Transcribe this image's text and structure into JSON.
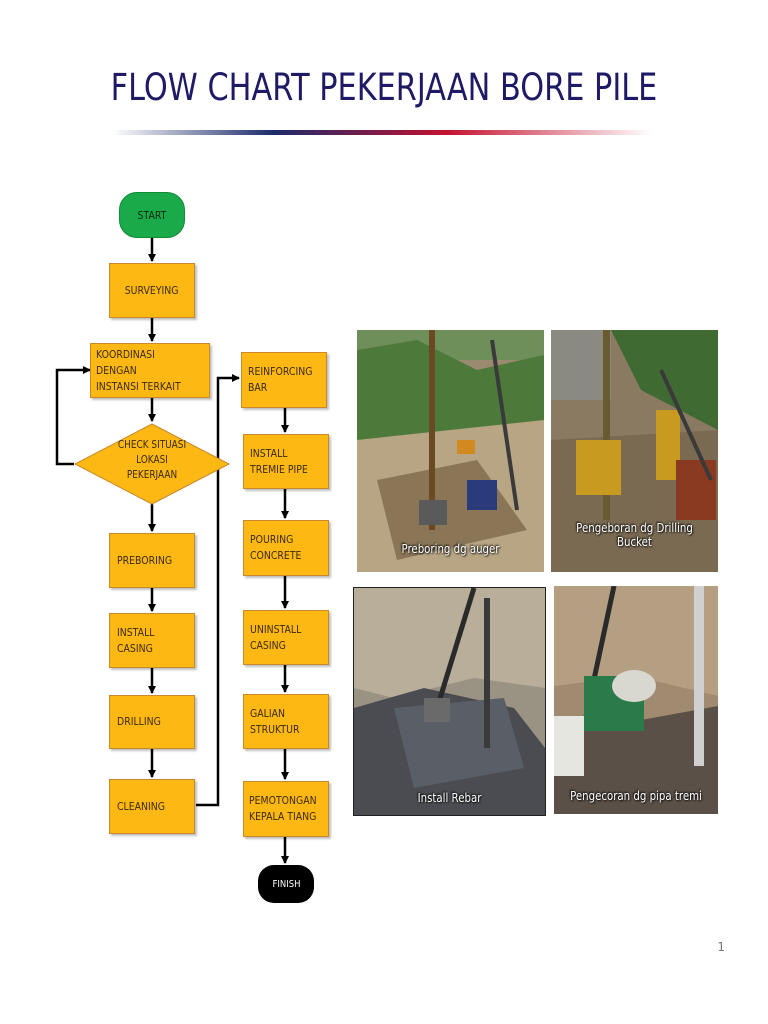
{
  "slide": {
    "title": "FLOW CHART PEKERJAAN BORE PILE",
    "page_number": "1"
  },
  "colors": {
    "title": "#1f1a66",
    "process_fill": "#fdb813",
    "start_fill": "#1aaa4a",
    "finish_fill": "#000000",
    "arrow": "#000000"
  },
  "flowchart": {
    "start": "START",
    "surveying": "SURVEYING",
    "koordinasi": "KOORDINASI DENGAN\nINSTANSI TERKAIT",
    "check": "CHECK SITUASI\nLOKASI\nPEKERJAAN",
    "preboring": "PREBORING",
    "install_casing": "INSTALL\nCASING",
    "drilling": "DRILLING",
    "cleaning": "CLEANING",
    "reinforcing_bar": "REINFORCING\nBAR",
    "install_tremie": "INSTALL\nTREMIE PIPE",
    "pouring": "POURING\nCONCRETE",
    "uninstall_casing": "UNINSTALL\nCASING",
    "galian": "GALIAN\nSTRUKTUR",
    "pemotongan": "PEMOTONGAN\nKEPALA TIANG",
    "finish": "FINISH"
  },
  "photos": [
    {
      "caption": "Preboring dg auger"
    },
    {
      "caption": "Pengeboran dg Drilling Bucket"
    },
    {
      "caption": "Install Rebar"
    },
    {
      "caption": "Pengecoran dg pipa tremi"
    }
  ]
}
